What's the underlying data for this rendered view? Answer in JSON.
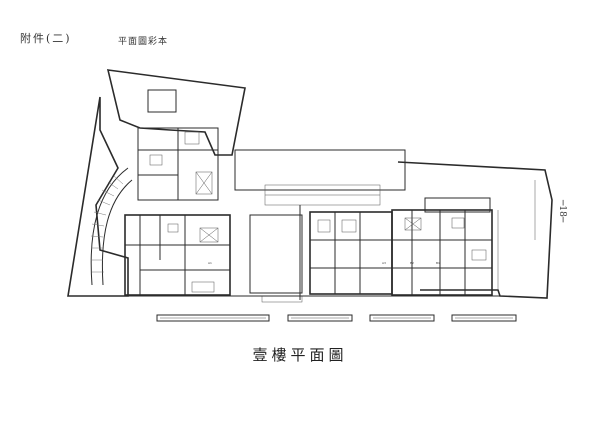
{
  "header": {
    "annex": "附件(二)",
    "subtitle": "平面圖彩本"
  },
  "page_number": "─18─",
  "title": "壹樓平面圖",
  "unit_labels": [
    "A1",
    "A3",
    "B2",
    "B1"
  ]
}
